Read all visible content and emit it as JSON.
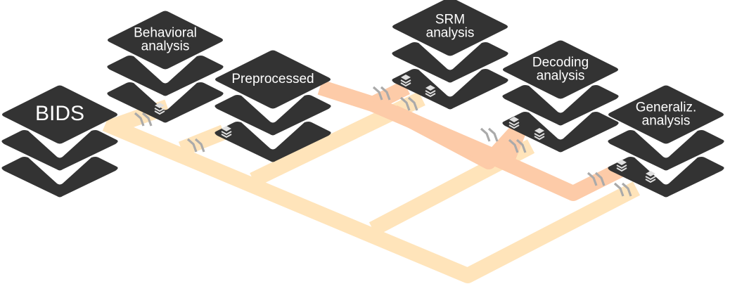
{
  "diagram": {
    "colors": {
      "layer": "#333333",
      "band_primary": "#FFE4BA",
      "band_secondary": "#FDCBA8",
      "chevron_marker": "#AAAAAA",
      "layers_icon": "#E0E0E0",
      "label_text": "#FFFFFF"
    },
    "nodes": [
      {
        "id": "bids",
        "label_lines": [
          "BIDS"
        ]
      },
      {
        "id": "behavioral",
        "label_lines": [
          "Behavioral",
          "analysis"
        ]
      },
      {
        "id": "preprocessed",
        "label_lines": [
          "Preprocessed"
        ]
      },
      {
        "id": "srm",
        "label_lines": [
          "SRM",
          "analysis"
        ]
      },
      {
        "id": "decoding",
        "label_lines": [
          "Decoding",
          "analysis"
        ]
      },
      {
        "id": "generaliz",
        "label_lines": [
          "Generaliz.",
          "analysis"
        ]
      }
    ],
    "edges": [
      {
        "from": "bids",
        "to": "behavioral",
        "kind": "primary"
      },
      {
        "from": "bids",
        "to": "preprocessed",
        "kind": "primary"
      },
      {
        "from": "bids",
        "to": "srm",
        "kind": "primary"
      },
      {
        "from": "bids",
        "to": "decoding",
        "kind": "primary"
      },
      {
        "from": "bids",
        "to": "generaliz",
        "kind": "primary"
      },
      {
        "from": "preprocessed",
        "to": "srm",
        "kind": "secondary"
      },
      {
        "from": "preprocessed",
        "to": "decoding",
        "kind": "secondary"
      },
      {
        "from": "preprocessed",
        "to": "generaliz",
        "kind": "secondary"
      }
    ]
  }
}
